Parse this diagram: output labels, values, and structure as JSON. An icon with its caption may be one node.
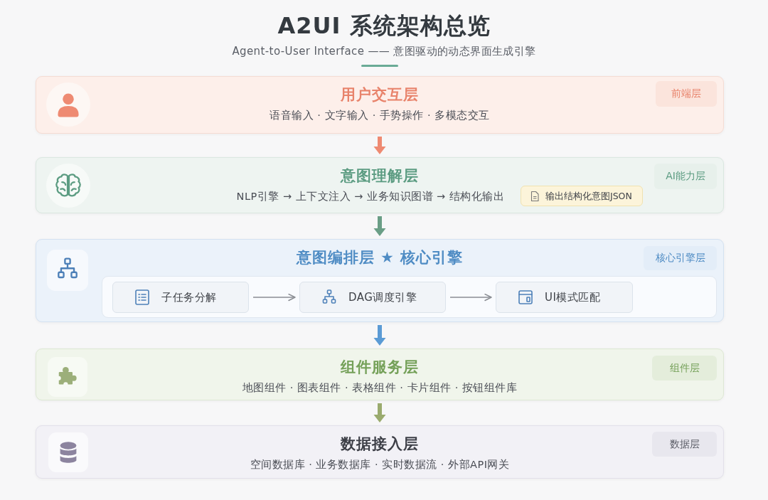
{
  "diagram": {
    "title": "A2UI 系统架构总览",
    "nodes": [
      {
        "text": [
          "用户交互层",
          "语音输入 · 文字输入 · 手势操作 · 多模态交互"
        ]
      },
      {
        "text": [
          "前端层"
        ],
        "in": 0
      },
      {
        "text": [
          "意图理解层",
          "NLP引擎 → 上下文注入 → 业务知识图谱 → 结构化输出"
        ]
      },
      {
        "text": [
          "AI能力层"
        ],
        "in": 2
      },
      {
        "text": [
          "输出结构化意图JSON"
        ],
        "in": 2
      },
      {
        "text": [
          "意图编排层 ★ 核心引擎"
        ]
      },
      {
        "text": [
          "核心引擎层"
        ],
        "in": 5
      },
      {
        "text": [],
        "shape": "box",
        "in": 5
      },
      {
        "text": [
          "子任务分解"
        ],
        "in": 7
      },
      {
        "text": [
          "DAG调度引擎"
        ],
        "in": 7
      },
      {
        "text": [
          "UI模式匹配"
        ],
        "in": 7
      },
      {
        "text": [
          "组件服务层",
          "地图组件 · 图表组件 · 表格组件 · 卡片组件 · 按钮组件库"
        ]
      },
      {
        "text": [
          "组件层"
        ],
        "in": 11
      },
      {
        "text": [
          "数据接入层",
          "空间数据库 · 业务数据库 · 实时数据流 · 外部API网关"
        ]
      },
      {
        "text": [
          "数据层"
        ],
        "in": 13
      }
    ],
    "edges": [
      {
        "from": 0,
        "to": 2,
        "arrow": "to",
        "color": "#ee8a72"
      },
      {
        "from": 2,
        "to": 5,
        "arrow": "to",
        "color": "#6a9e86"
      },
      {
        "from": 8,
        "to": 9,
        "arrow": "to"
      },
      {
        "from": 9,
        "to": 10,
        "arrow": "to"
      },
      {
        "from": 5,
        "to": 11,
        "arrow": "to",
        "color": "#5b9bd5"
      },
      {
        "from": 11,
        "to": 13,
        "arrow": "to",
        "color": "#9aab6e"
      }
    ],
    "labels": [
      "Agent-to-User Interface —— 意图驱动的动态界面生成引擎"
    ]
  }
}
